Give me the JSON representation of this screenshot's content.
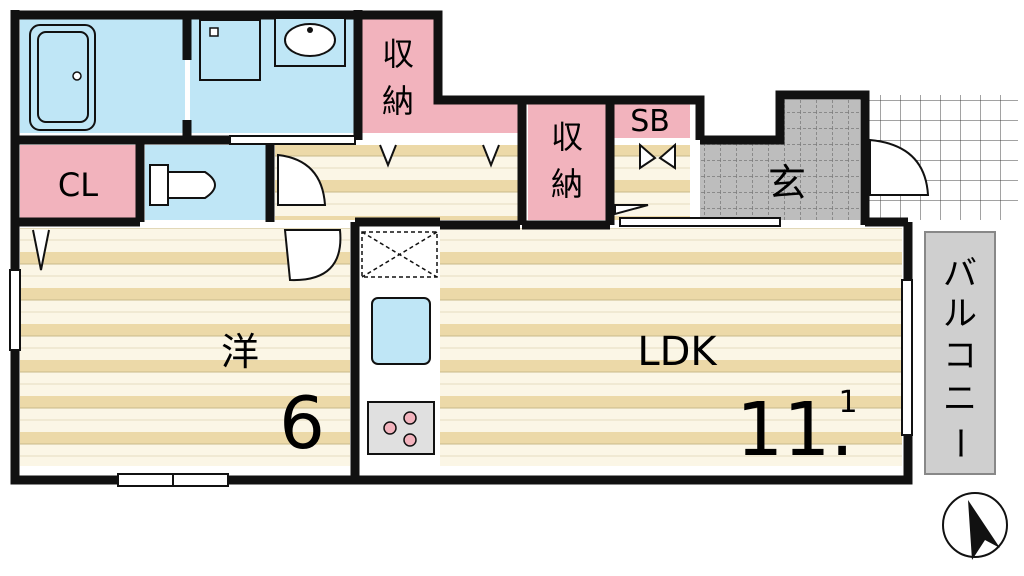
{
  "rooms": {
    "western": {
      "label": "洋",
      "size": "6"
    },
    "ldk": {
      "label": "LDK",
      "size_main": "11.",
      "size_decimal": "1"
    },
    "storage_upper": {
      "label_top": "収",
      "label_bottom": "納"
    },
    "storage_middle": {
      "label_top": "収",
      "label_bottom": "納"
    },
    "shoe_box": {
      "label": "SB"
    },
    "closet": {
      "label": "CL"
    },
    "entrance": {
      "label": "玄"
    },
    "balcony": {
      "label": [
        "バ",
        "ル",
        "コ",
        "ニ",
        "ー"
      ]
    }
  },
  "colors": {
    "wall": "#111111",
    "wet_area": "#bfe6f6",
    "storage": "#f2b3bd",
    "floor_light": "#fbf6e6",
    "floor_stripe": "#ecd9a8",
    "tile": "#bdbdbd",
    "balcony": "#cfcfcf"
  },
  "icons": [
    "bathtub-icon",
    "washbasin-icon",
    "washing-machine-icon",
    "toilet-icon",
    "kitchen-sink-icon",
    "stove-icon",
    "refrigerator-space-icon",
    "north-arrow-icon"
  ]
}
